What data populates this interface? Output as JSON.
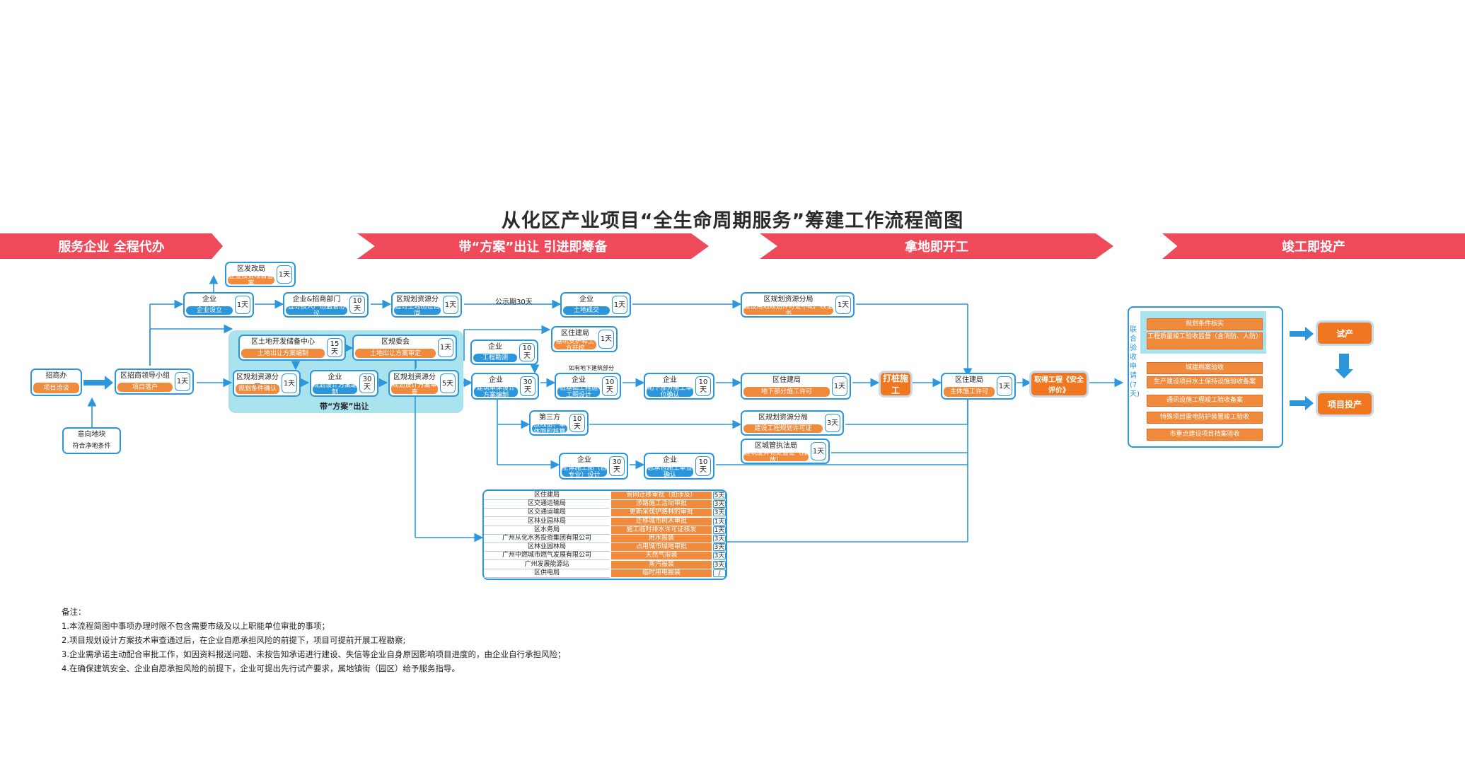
{
  "title": "从化区产业项目“全生命周期服务”筹建工作流程简图",
  "stages": [
    "服务企业  全程代办",
    "带“方案”出让  引进即筹备",
    "拿地即开工",
    "竣工即投产"
  ],
  "nodes": {
    "zhaoshang": {
      "head": "招商办",
      "body": "项目洽谈"
    },
    "yixiang": {
      "head": "意向地块",
      "body": "符合净地条件"
    },
    "lingdao": {
      "head": "区招商领导小组",
      "body": "项目落户",
      "days": "1天"
    },
    "fagai": {
      "head": "区发改局",
      "body": "企业投资项目备案",
      "days": "1天"
    },
    "qiyeshe": {
      "head": "企业",
      "body": "企业设立",
      "days": "1天"
    },
    "qianding": {
      "head": "企业&招商部门",
      "body": "签订投入产出监管协议",
      "days": "10天"
    },
    "chubei": {
      "head": "区土地开发储备中心",
      "body": "土地出让方案编制",
      "days": "15天"
    },
    "guiwei": {
      "head": "区规委会",
      "body": "土地出让方案审定",
      "days": "1天"
    },
    "guihuaqr": {
      "head": "区规划资源分局",
      "body": "规划条件确认",
      "days": "1天"
    },
    "fangan": {
      "head": "企业",
      "body": "规划设计方案编制",
      "days": "30天"
    },
    "fanganshen": {
      "head": "区规划资源分局",
      "body": "规划设计方案审查",
      "days": "5天"
    },
    "panel_label": "带“方案”出让",
    "chuanghe": {
      "head": "区规划资源分局",
      "body": "签订土地出让合同",
      "days": "1天"
    },
    "gongshi": "公示期30天",
    "chengjiao": {
      "head": "企业",
      "body": "土地成交",
      "days": "1天"
    },
    "zhujian1": {
      "head": "区住建局",
      "body": "基坑支护和土方开挖",
      "days": "1天"
    },
    "kancha": {
      "head": "企业",
      "body": "工程勘测",
      "days": "10天"
    },
    "jianzhu": {
      "head": "企业",
      "body": "建筑单体设计方案编制",
      "days": "30天"
    },
    "dixia_note": "如有地下建筑部分",
    "zhuangji": {
      "head": "企业",
      "body": "桩基础工程施工图设计",
      "days": "10天"
    },
    "dixiaqr": {
      "head": "企业",
      "body": "地下部分施工单位确认",
      "days": "10天"
    },
    "disanfang": {
      "head": "第三方",
      "body": "放线册、单体面积核算",
      "days": "10天"
    },
    "shigongtu": {
      "head": "企业",
      "body": "主体施工图（各专业）设计",
      "days": "30天"
    },
    "zongcheng": {
      "head": "企业",
      "body": "总承包施工单位确认",
      "days": "10天"
    },
    "yongdi": {
      "head": "区规划资源分局",
      "body": "建设用地规划许可证不动产权证书",
      "days": "1天"
    },
    "dixiaxk": {
      "head": "区住建局",
      "body": "地下部分施工许可",
      "days": "1天"
    },
    "gongchengxk": {
      "head": "区规划资源分局",
      "body": "建设工程规划许可证",
      "days": "3天"
    },
    "chengguan": {
      "head": "区城管执法局",
      "body": "建筑废弃物处置证（排放）",
      "days": "1天"
    },
    "zhutixk": {
      "head": "区住建局",
      "body": "主体施工许可",
      "days": "1天"
    }
  },
  "buttons": {
    "dazhuang": "打桩施工",
    "quqi": "取得工程《安全评价》",
    "shichan": "试产",
    "touchan": "项目投产"
  },
  "table_rows": [
    [
      "区住建局",
      "管网迁移审批（如涉及）",
      "5天"
    ],
    [
      "区交通运输局",
      "涉路施工活动审批",
      "3天"
    ],
    [
      "区交通运输局",
      "更新采伐护路林的审批",
      "3天"
    ],
    [
      "区林业园林局",
      "迁移城市树木审批",
      "1天"
    ],
    [
      "区水务局",
      "施工临时排水许可证核发",
      "1天"
    ],
    [
      "广州从化水务投资集团有限公司",
      "用水报装",
      "3天"
    ],
    [
      "区林业园林局",
      "占用城市绿地审批",
      "3天"
    ],
    [
      "广州中燃城市燃气发展有限公司",
      "天然气报装",
      "3天"
    ],
    [
      "广州发展能源站",
      "蒸汽报装",
      "3天"
    ],
    [
      "区供电局",
      "临时用电报装",
      "/"
    ]
  ],
  "accept": {
    "side": "联合验收申请(7天)",
    "items": [
      "规划条件核实",
      "工程质量竣工验收监督（含消防、人防）",
      "城建档案验收",
      "生产建设项目水土保持设施验收备案",
      "通讯设施工程竣工验收备案",
      "特殊项目雷电防护装置竣工验收",
      "市重点建设项目档案验收"
    ]
  },
  "notes": [
    "备注：",
    "1.本流程简图中事项办理时限不包含需要市级及以上职能单位审批的事项；",
    "2.项目规划设计方案技术审查通过后，在企业自愿承担风险的前提下，项目可提前开展工程勘察;",
    "3.企业需承诺主动配合审批工作，如因资料报送问题、未按告知承诺进行建设、失信等企业自身原因影响项目进度的，由企业自行承担风险；",
    "4.在确保建筑安全、企业自愿承担风险的前提下，企业可提出先行试产要求，属地镇街（园区）给予服务指导。"
  ],
  "colors": {
    "blue": "#2b96db",
    "orange": "#f08a3c",
    "red": "#ee4a5a",
    "cyan": "#a8e3ee"
  }
}
